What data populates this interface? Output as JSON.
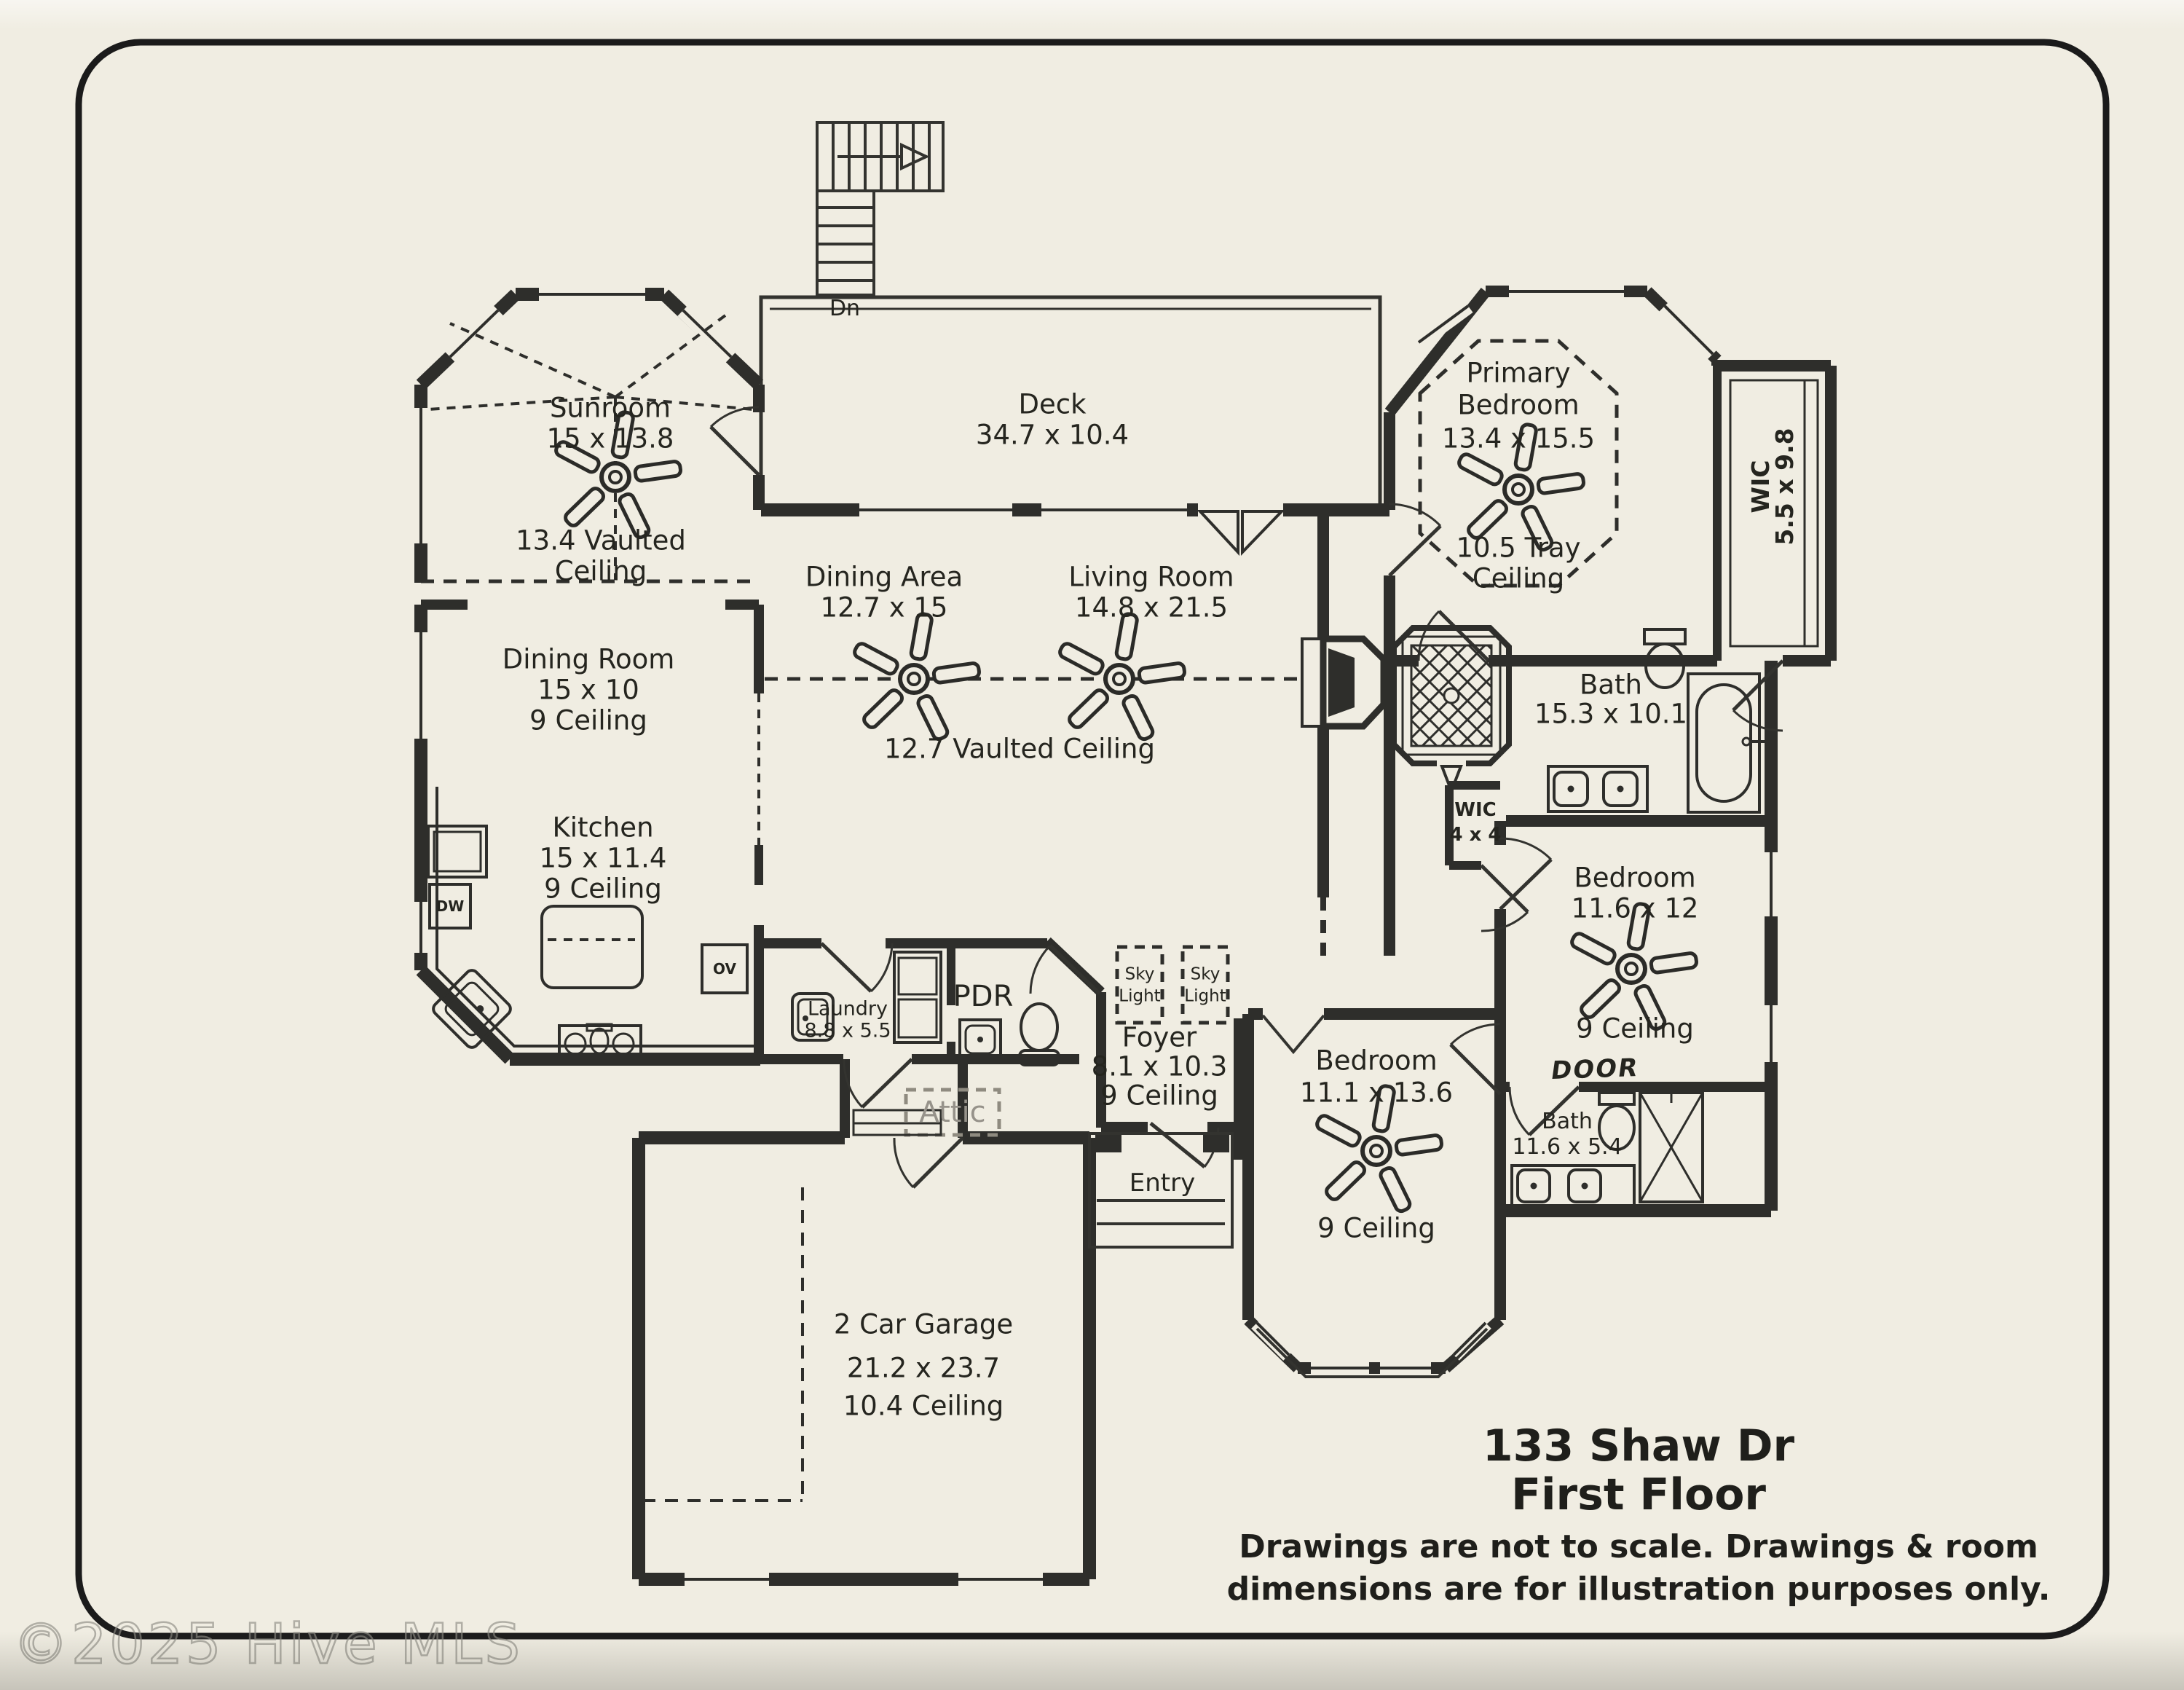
{
  "watermark": "©2025 Hive MLS",
  "title": {
    "address": "133 Shaw Dr",
    "floor": "First Floor",
    "disclaimer_line1": "Drawings are not to scale. Drawings & room",
    "disclaimer_line2": "dimensions are for illustration purposes only."
  },
  "labels": {
    "sunroom_name": "Sunroom",
    "sunroom_dims": "15 x 13.8",
    "sunroom_ceiling1": "13.4 Vaulted",
    "sunroom_ceiling2": "Ceiling",
    "deck_name": "Deck",
    "deck_dims": "34.7 x 10.4",
    "stairs_dn": "Dn",
    "primary_name1": "Primary",
    "primary_name2": "Bedroom",
    "primary_dims": "13.4 x 15.5",
    "primary_ceiling1": "10.5 Tray",
    "primary_ceiling2": "Ceiling",
    "wic_primary_name": "WIC",
    "wic_primary_dims": "5.5 x 9.8",
    "dining_area_name": "Dining Area",
    "dining_area_dims": "12.7 x 15",
    "living_room_name": "Living Room",
    "living_room_dims": "14.8 x 21.5",
    "vaulted_note": "12.7 Vaulted Ceiling",
    "dining_room_name": "Dining Room",
    "dining_room_dims": "15 x 10",
    "dining_room_ceiling": "9 Ceiling",
    "kitchen_name": "Kitchen",
    "kitchen_dims": "15 x 11.4",
    "kitchen_ceiling": "9 Ceiling",
    "bath_primary_name": "Bath",
    "bath_primary_dims": "15.3 x 10.1",
    "wic_small_name": "WIC",
    "wic_small_dims": "4 x 4",
    "bedroom_right_name": "Bedroom",
    "bedroom_right_dims": "11.6 x 12",
    "bedroom_right_ceiling": "9 Ceiling",
    "door_note": "DOOR",
    "bath_hall_name": "Bath",
    "bath_hall_dims": "11.6 x 5.4",
    "bedroom_front_name": "Bedroom",
    "bedroom_front_dims": "11.1 x 13.6",
    "bedroom_front_ceiling": "9 Ceiling",
    "laundry_name": "Laundry",
    "laundry_dims": "8.8 x 5.5",
    "pdr_name": "PDR",
    "skylight_line1": "Sky",
    "skylight_line2": "Light",
    "foyer_name": "Foyer",
    "foyer_dims": "8.1 x 10.3",
    "foyer_ceiling": "9 Ceiling",
    "attic_name": "Attic",
    "entry_name": "Entry",
    "garage_name": "2 Car Garage",
    "garage_dims": "21.2 x 23.7",
    "garage_ceiling": "10.4 Ceiling",
    "dw": "DW",
    "ov": "OV"
  },
  "colors": {
    "paper": "#f0ede2",
    "ink": "#25251f",
    "wall": "#2e2e2b",
    "gray_text": "#96928a"
  }
}
